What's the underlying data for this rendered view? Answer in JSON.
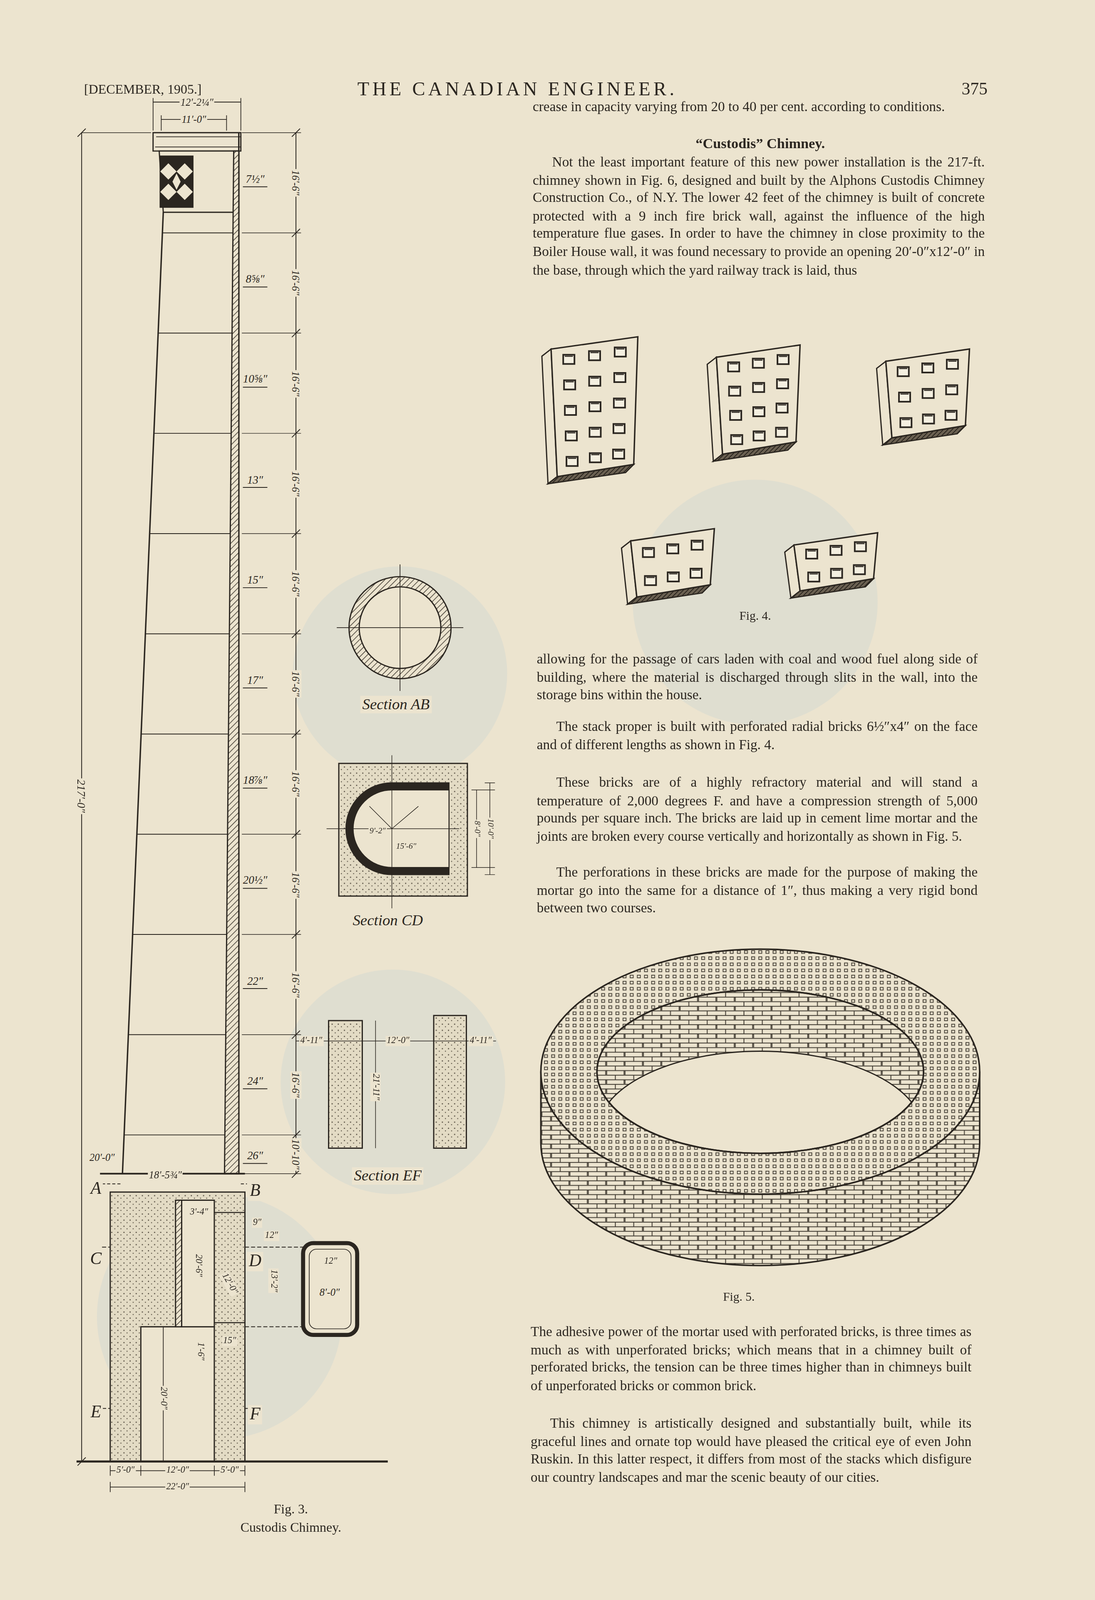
{
  "diagram": {
    "title": "THE CANADIAN ENGINEER.",
    "labels": [
      "[DECEMBER, 1905.]",
      "375",
      "crease in capacity varying from 20 to 40 per cent. according to conditions.",
      "“Custodis” Chimney.",
      "Not the least important feature of this new power installation is the 217-ft. chimney shown in Fig. 6, designed and built by the Alphons Custodis Chimney Construction Co., of N.Y. The lower 42 feet of the chimney is built of concrete protected with a 9 inch fire brick wall, against the influence of the high temperature flue gases. In order to have the chimney in close proximity to the Boiler House wall, it was found necessary to provide an opening 20′-0″x12′-0″ in the base, through which the yard railway track is laid, thus",
      "Fig. 4.",
      "allowing for the passage of cars laden with coal and wood fuel along side of building, where the material is discharged through slits in the wall, into the storage bins within the house.",
      "The stack proper is built with perforated radial bricks 6½″x4″ on the face and of different lengths as shown in Fig. 4.",
      "These bricks are of a highly refractory material and will stand a temperature of 2,000 degrees F. and have a compression strength of 5,000 pounds per square inch. The bricks are laid up in cement lime mortar and the joints are broken every course vertically and horizontally as shown in Fig. 5.",
      "The perforations in these bricks are made for the purpose of making the mortar go into the same for a distance of 1″, thus making a very rigid bond between two courses.",
      "Fig. 5.",
      "The adhesive power of the mortar used with perforated bricks, is three times as much as with unperforated bricks; which means that in a chimney built of perforated bricks, the tension can be three times higher than in chimneys built of unperforated bricks or common brick.",
      "This chimney is artistically designed and substantially built, while its graceful lines and ornate top would have pleased the critical eye of even John Ruskin. In this latter respect, it differs from most of the stacks which disfigure our country landscapes and mar the scenic beauty of our cities.",
      "12′-2¼″",
      "11′-0″",
      "7½″",
      "8⅝″",
      "10⅝″",
      "13″",
      "15″",
      "17″",
      "18⅞″",
      "20½″",
      "22″",
      "24″",
      "26″",
      "16′-6″",
      "16′-6″",
      "16′-6″",
      "16′-6″",
      "16′-6″",
      "16′-6″",
      "16′-6″",
      "16′-6″",
      "16′-6″",
      "16′-6″",
      "10′-10″",
      "217′-0″",
      "20′-0″",
      "18′-5¾″",
      "A",
      "B",
      "C",
      "D",
      "E",
      "F",
      "3′-4″",
      "9″",
      "12″",
      "20′-6″",
      "12′-0″",
      "13′-2″",
      "1′-6″",
      "15″",
      "20′-0″",
      "5′-0″",
      "12′-0″",
      "5′-0″",
      "22′-0″",
      "8′-0″",
      "12″",
      "Fig. 3.",
      "Custodis Chimney.",
      "Section AB",
      "9′-2″",
      "15′-6″",
      "8′-0″",
      "10′-0″",
      "Section CD",
      "4′-11″",
      "12′-0″",
      "4′-11″",
      "21′-11″",
      "Section EF"
    ]
  }
}
